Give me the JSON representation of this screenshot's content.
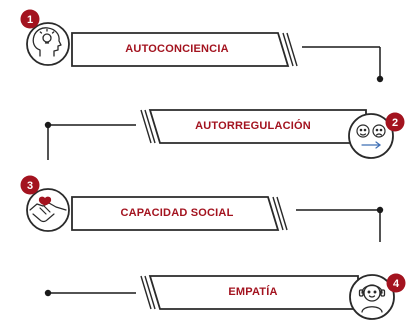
{
  "colors": {
    "accent": "#a3131f",
    "line": "#1a1a1a",
    "text": "#a3131f",
    "circle_fill": "#ffffff"
  },
  "steps": [
    {
      "number": "1",
      "label": "AUTOCONCIENCIA",
      "icon": "head-lightbulb-icon"
    },
    {
      "number": "2",
      "label": "AUTORREGULACIÓN",
      "icon": "emotion-faces-icon"
    },
    {
      "number": "3",
      "label": "CAPACIDAD SOCIAL",
      "icon": "handshake-icon"
    },
    {
      "number": "4",
      "label": "EMPATÍA",
      "icon": "person-headset-icon"
    }
  ]
}
